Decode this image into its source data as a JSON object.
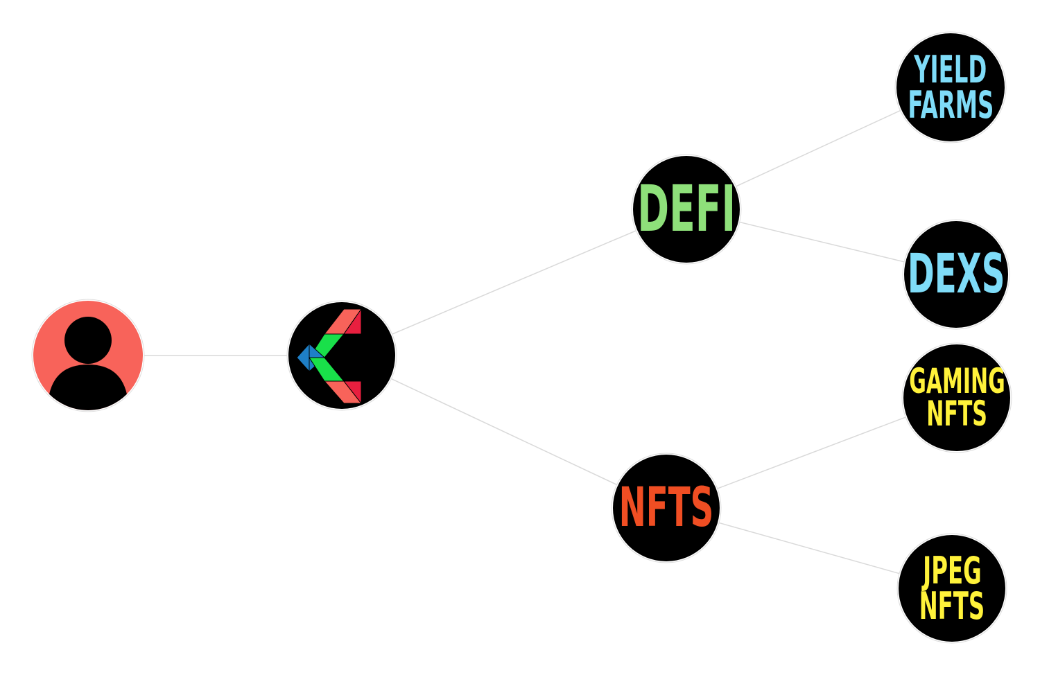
{
  "colors": {
    "user_bg": "#f8635a",
    "node_bg": "#000000",
    "defi": "#8ee07a",
    "nfts": "#f04e23",
    "cyan": "#7fdcf8",
    "yellow": "#fff23a",
    "edge": "#d9d9d9",
    "logo_red": "#f8635a",
    "logo_crimson": "#e81f3f",
    "logo_green": "#19e04a",
    "logo_blue": "#1e7fc7"
  },
  "nodes": {
    "user": {
      "icon": "user-icon"
    },
    "logo": {
      "icon": "brand-logo-icon"
    },
    "defi": {
      "line1": "DEFI"
    },
    "nfts": {
      "line1": "NFTS"
    },
    "yield_farms": {
      "line1": "YIELD",
      "line2": "FARMS"
    },
    "dexs": {
      "line1": "DEXS"
    },
    "gaming_nfts": {
      "line1": "GAMING",
      "line2": "NFTS"
    },
    "jpeg_nfts": {
      "line1": "JPEG",
      "line2": "NFTS"
    }
  },
  "edges": [
    [
      "user",
      "logo"
    ],
    [
      "logo",
      "defi"
    ],
    [
      "logo",
      "nfts"
    ],
    [
      "defi",
      "yield_farms"
    ],
    [
      "defi",
      "dexs"
    ],
    [
      "nfts",
      "gaming_nfts"
    ],
    [
      "nfts",
      "jpeg_nfts"
    ]
  ]
}
